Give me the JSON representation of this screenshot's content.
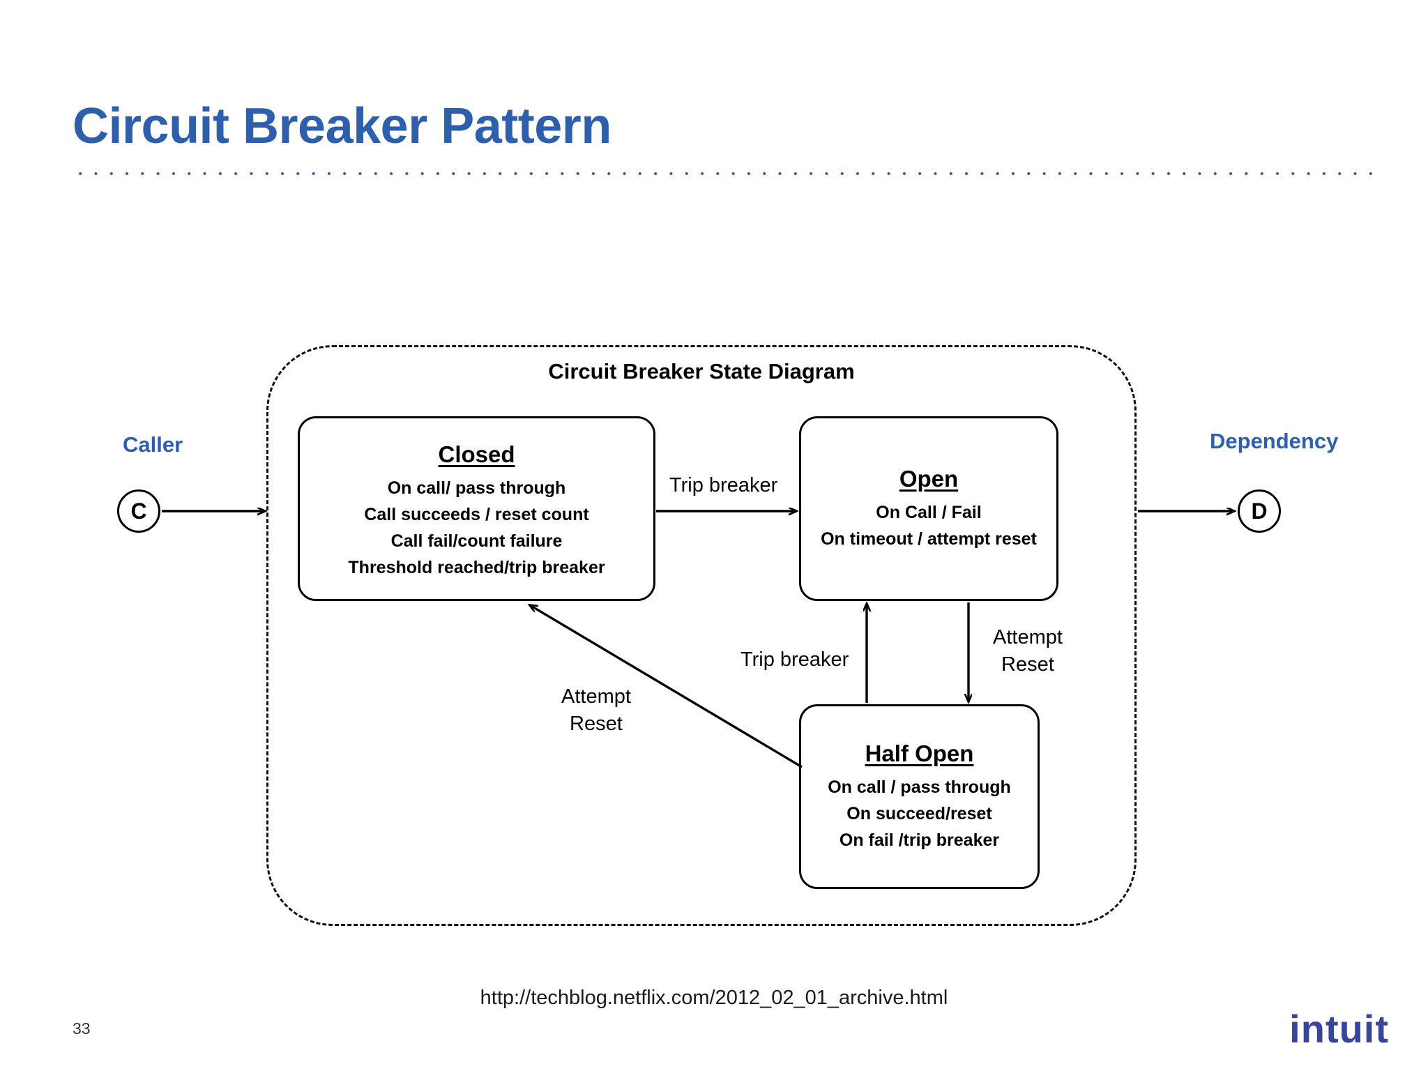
{
  "slide": {
    "title": "Circuit Breaker Pattern",
    "page_number": "33",
    "source_url": "http://techblog.netflix.com/2012_02_01_archive.html",
    "brand": "intuit",
    "accent_color": "#2e5fac",
    "rule_color": "#3a5fa8",
    "brand_color": "#37459b"
  },
  "diagram": {
    "boundary_title": "Circuit Breaker State Diagram",
    "caller": {
      "label": "Caller",
      "node": "C"
    },
    "dependency": {
      "label": "Dependency",
      "node": "D"
    },
    "states": [
      {
        "id": "closed",
        "name": "Closed",
        "lines": [
          "On call/ pass through",
          "Call succeeds / reset count",
          "Call fail/count failure",
          "Threshold reached/trip breaker"
        ]
      },
      {
        "id": "open",
        "name": "Open",
        "lines": [
          "On Call / Fail",
          "On timeout / attempt reset"
        ]
      },
      {
        "id": "half-open",
        "name": "Half Open",
        "lines": [
          "On call / pass through",
          "On succeed/reset",
          "On fail /trip breaker"
        ]
      }
    ],
    "transitions": [
      {
        "id": "closed-to-open",
        "from": "closed",
        "to": "open",
        "label": "Trip breaker"
      },
      {
        "id": "halfopen-to-open",
        "from": "half-open",
        "to": "open",
        "label": "Trip breaker"
      },
      {
        "id": "open-to-halfopen",
        "from": "open",
        "to": "half-open",
        "label_line1": "Attempt",
        "label_line2": "Reset"
      },
      {
        "id": "halfopen-to-closed",
        "from": "half-open",
        "to": "closed",
        "label_line1": "Attempt",
        "label_line2": "Reset"
      }
    ]
  }
}
